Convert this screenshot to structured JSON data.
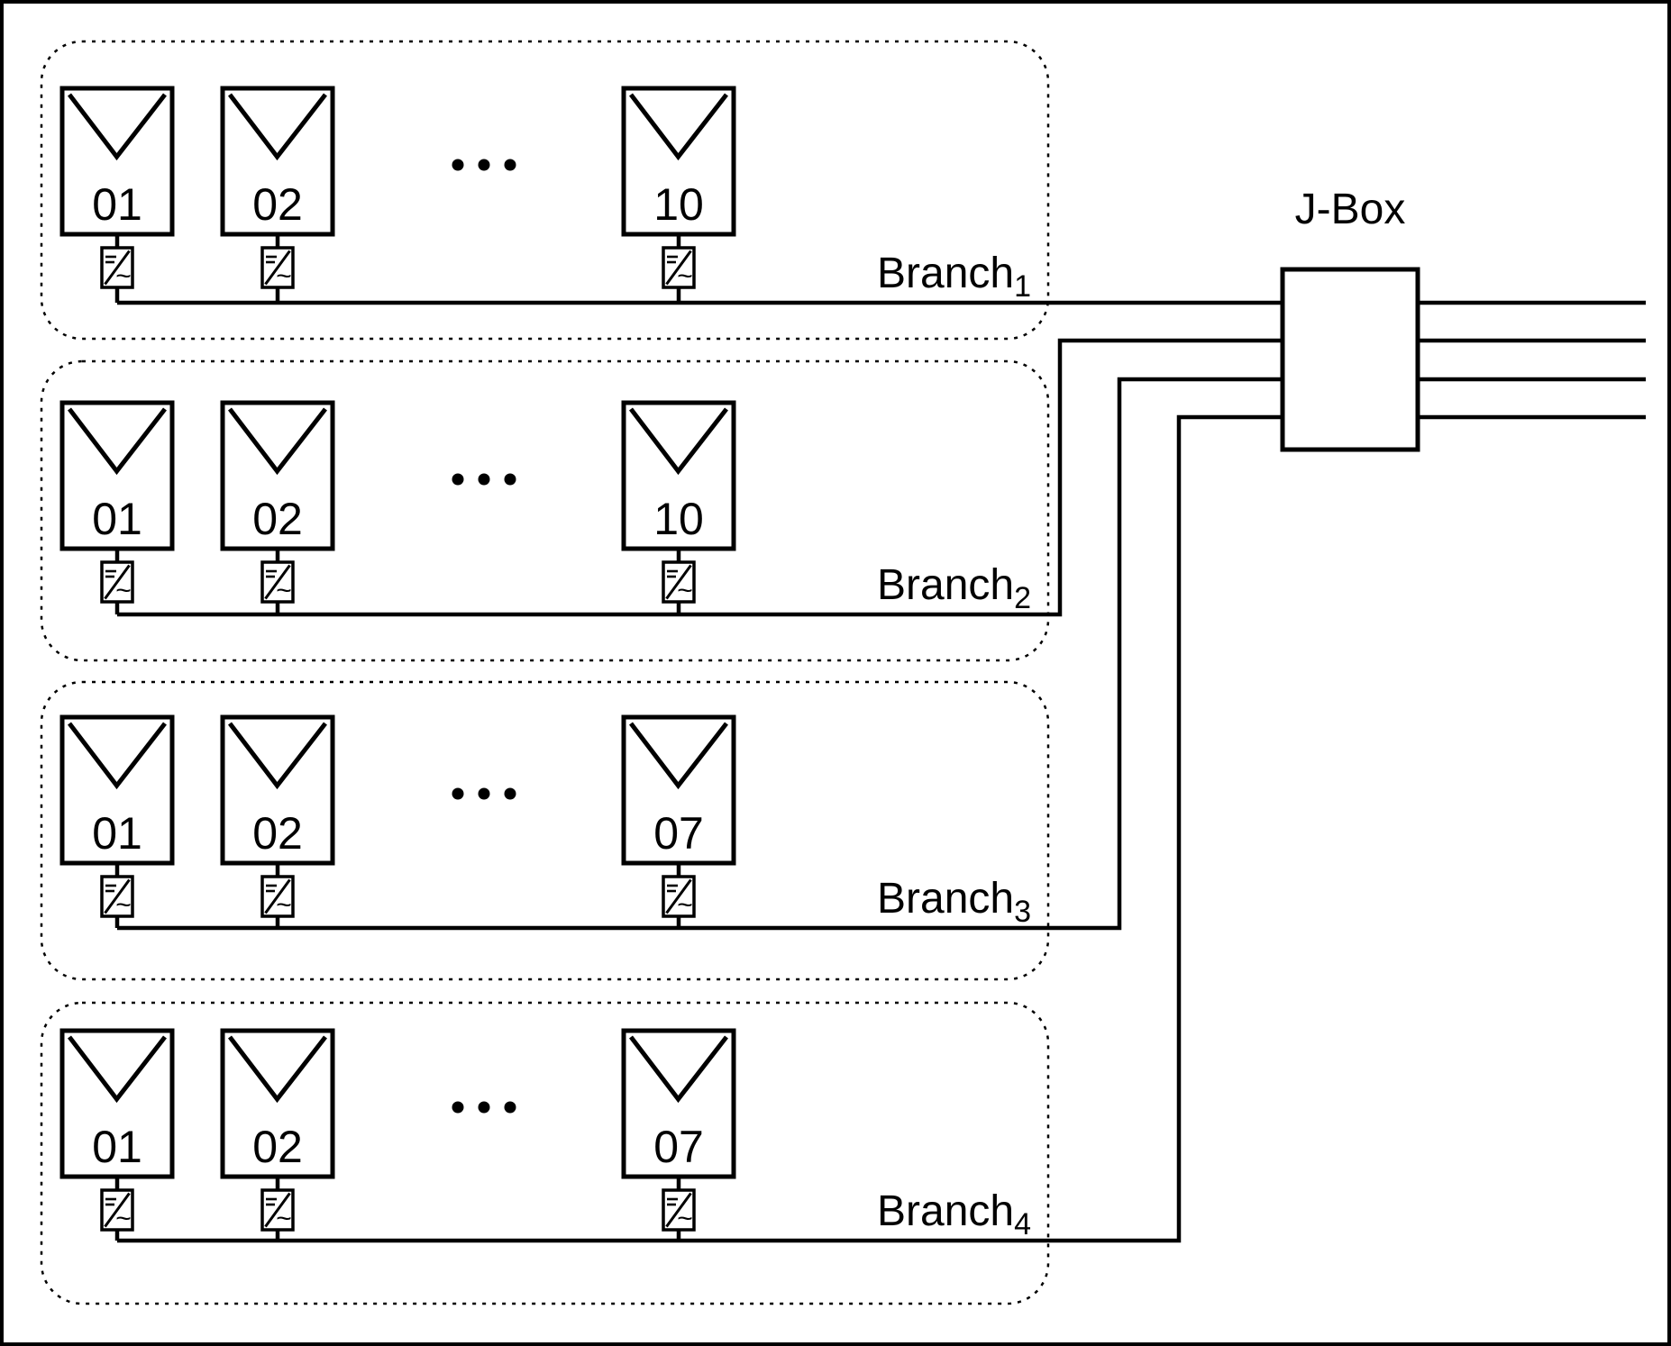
{
  "jbox": {
    "label": "J-Box",
    "output_line_count": 4
  },
  "branches": [
    {
      "label": "Branch",
      "subscript": "1",
      "panel_labels": [
        "01",
        "02",
        "10"
      ],
      "ellipsis": "•••"
    },
    {
      "label": "Branch",
      "subscript": "2",
      "panel_labels": [
        "01",
        "02",
        "10"
      ],
      "ellipsis": "•••"
    },
    {
      "label": "Branch",
      "subscript": "3",
      "panel_labels": [
        "01",
        "02",
        "07"
      ],
      "ellipsis": "•••"
    },
    {
      "label": "Branch",
      "subscript": "4",
      "panel_labels": [
        "01",
        "02",
        "07"
      ],
      "ellipsis": "•••"
    }
  ],
  "icons": {
    "panel": "solar-panel-icon",
    "inverter": "microinverter-icon",
    "inverter_dc_symbol": "=",
    "inverter_ac_symbol": "~"
  },
  "colors": {
    "line": "#000000",
    "background": "#ffffff"
  }
}
